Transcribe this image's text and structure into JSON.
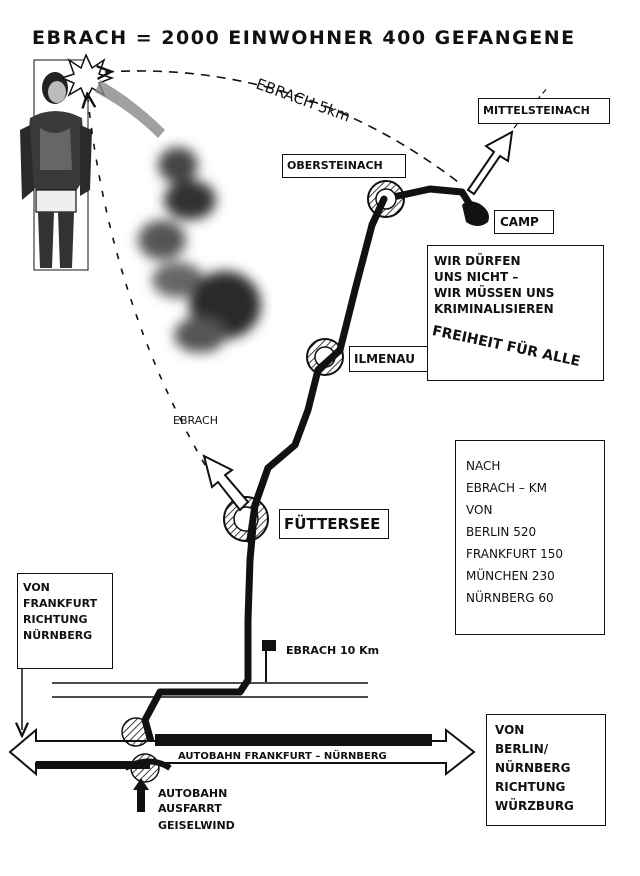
{
  "title": "EBRACH = 2000 EINWOHNER  400 GEFANGENE",
  "labels": {
    "ebrach_5km": "EBRACH  5km",
    "mittelsteinach": "MITTELSTEINACH",
    "obersteinach": "OBERSTEINACH",
    "camp": "CAMP",
    "ilmenau": "ILMENAU",
    "futtersee": "FÜTTERSEE",
    "ebrach_path": "EBRACH",
    "ebrach_10km": "EBRACH  10 Km",
    "autobahn": "AUTOBAHN FRANKFURT – NÜRNBERG",
    "exit_lines": [
      "AUTOBAHN",
      "AUSFARRT",
      "GEISELWIND"
    ]
  },
  "slogan_box": {
    "lines": [
      "WIR DÜRFEN",
      "UNS NICHT –",
      "WIR MÜSSEN UNS",
      "KRIMINALISIEREN"
    ],
    "freedom": "FREIHEIT FÜR ALLE"
  },
  "distance_box": {
    "heading": [
      "NACH",
      "EBRACH – KM",
      "VON"
    ],
    "rows": [
      {
        "city": "BERLIN",
        "km": "520"
      },
      {
        "city": "FRANKFURT",
        "km": "150"
      },
      {
        "city": "MÜNCHEN",
        "km": "230"
      },
      {
        "city": "NÜRNBERG",
        "km": "60"
      }
    ]
  },
  "from_frankfurt_box": [
    "VON",
    "FRANKFURT",
    "RICHTUNG",
    "NÜRNBERG"
  ],
  "from_berlin_box": [
    "VON",
    "BERLIN/",
    "NÜRNBERG",
    "RICHTUNG",
    "WÜRZBURG"
  ],
  "colors": {
    "ink": "#111111",
    "paper": "#ffffff",
    "smoke": "#2a2a2a"
  }
}
